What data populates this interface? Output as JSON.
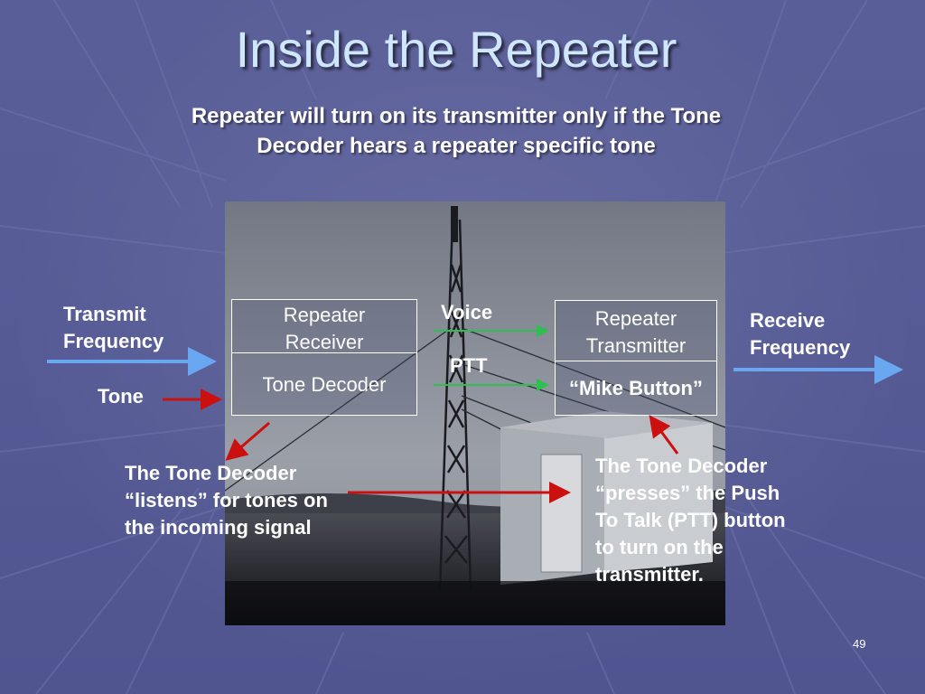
{
  "slide": {
    "title": "Inside the Repeater",
    "subtitle": "Repeater will turn on its transmitter only if the Tone Decoder hears a repeater specific tone",
    "page_number": "49"
  },
  "receiver_box": {
    "top_label_line1": "Repeater",
    "top_label_line2": "Receiver",
    "bottom_label": "Tone Decoder"
  },
  "transmitter_box": {
    "top_label_line1": "Repeater",
    "top_label_line2": "Transmitter",
    "bottom_label": "“Mike Button”"
  },
  "labels": {
    "transmit_line1": "Transmit",
    "transmit_line2": "Frequency",
    "receive_line1": "Receive",
    "receive_line2": "Frequency",
    "tone": "Tone",
    "voice": "Voice",
    "ptt": "PTT"
  },
  "callouts": {
    "listens": [
      "The Tone Decoder",
      "“listens” for tones on",
      "the incoming signal"
    ],
    "presses": [
      "The Tone Decoder",
      "“presses” the Push",
      "To Talk (PTT) button",
      "to turn on the",
      "transmitter."
    ]
  },
  "colors": {
    "blue_arrow": "#69a8f0",
    "red_arrow": "#cc1010",
    "green_line": "#2fbf50",
    "title": "#cfe6ff"
  }
}
